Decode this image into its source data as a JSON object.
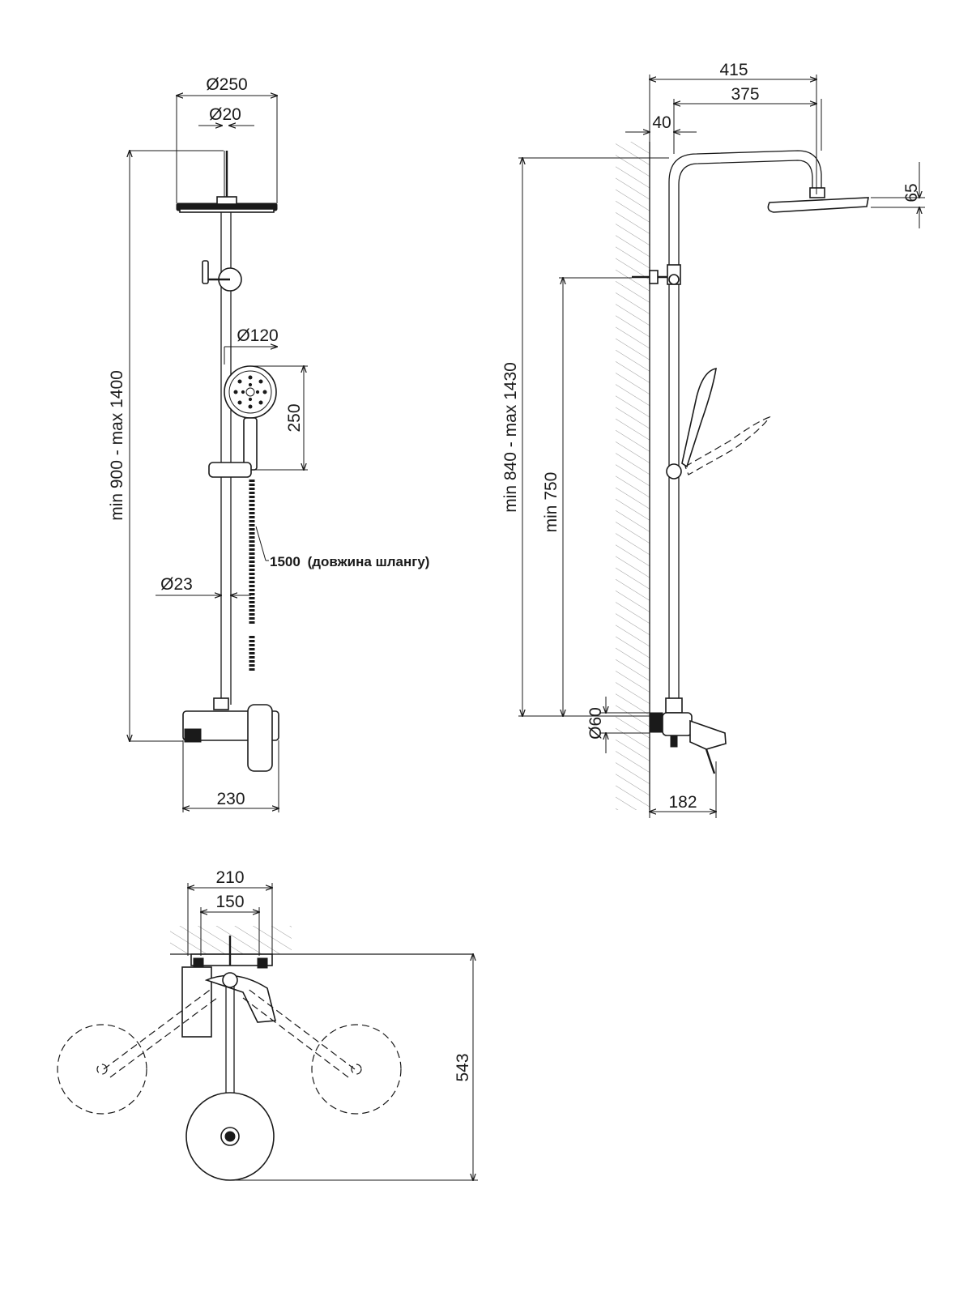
{
  "front_view": {
    "head_diameter": "Ø250",
    "arm_diameter": "Ø20",
    "hand_shower_diameter": "Ø120",
    "hand_shower_length": "250",
    "rail_diameter": "Ø23",
    "height_range": "min 900 - max 1400",
    "mixer_width": "230",
    "hose_length_value": "1500",
    "hose_length_note": "(довжина шлангу)"
  },
  "side_view": {
    "total_reach": "415",
    "arm_reach": "375",
    "wall_offset": "40",
    "head_height": "65",
    "height_range": "min 840 - max 1430",
    "min_outlet": "min 750",
    "connection_diameter": "Ø60",
    "spout_depth": "182"
  },
  "top_view": {
    "flange_spacing": "210",
    "inlet_spacing": "150",
    "total_depth": "543"
  },
  "colors": {
    "line": "#1a1a1a",
    "hatch": "#9a9a9a",
    "background": "#ffffff"
  }
}
